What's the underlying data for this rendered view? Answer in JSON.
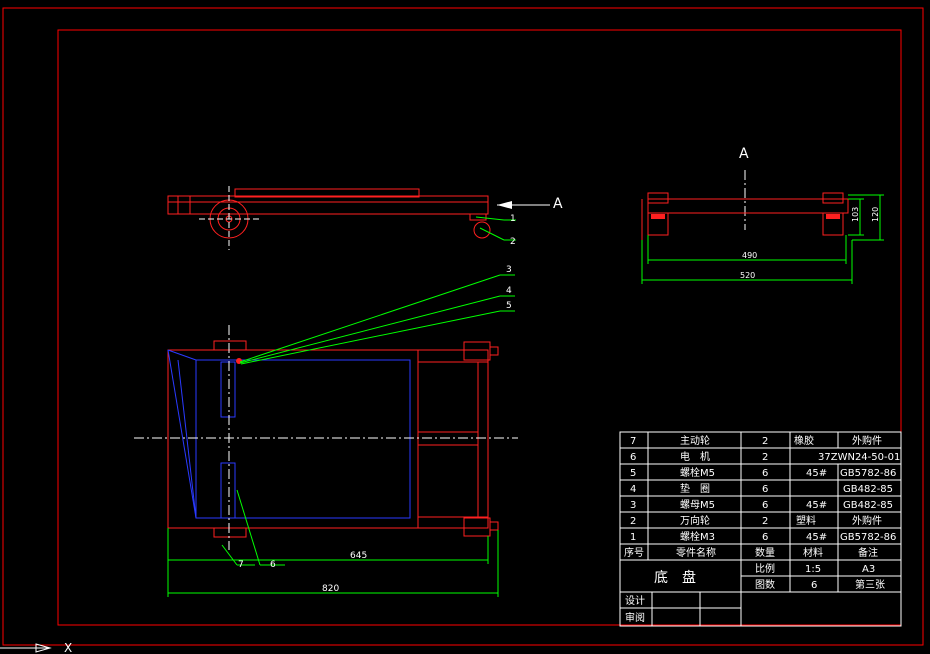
{
  "view_label": "A",
  "callouts": [
    "1",
    "2",
    "3",
    "4",
    "5",
    "6",
    "7"
  ],
  "dims": {
    "side_height": "103",
    "side_total_height": "120",
    "side_inner_width": "490",
    "side_total_width": "520",
    "plan_inner_width": "645",
    "plan_total_width": "820"
  },
  "bom": {
    "rows": [
      {
        "no": "7",
        "name": "主动轮",
        "qty": "2",
        "material": "橡胶",
        "note": "外购件"
      },
      {
        "no": "6",
        "name": "电　机",
        "qty": "2",
        "material": "",
        "note": "37ZWN24-50-01"
      },
      {
        "no": "5",
        "name": "螺栓M5",
        "qty": "6",
        "material": "45#",
        "note": "GB5782-86"
      },
      {
        "no": "4",
        "name": "垫　圈",
        "qty": "6",
        "material": "",
        "note": "GB482-85"
      },
      {
        "no": "3",
        "name": "螺母M5",
        "qty": "6",
        "material": "45#",
        "note": "GB482-85"
      },
      {
        "no": "2",
        "name": "万向轮",
        "qty": "2",
        "material": "塑料",
        "note": "外购件"
      },
      {
        "no": "1",
        "name": "螺栓M3",
        "qty": "6",
        "material": "45#",
        "note": "GB5782-86"
      }
    ],
    "header": {
      "no": "序号",
      "name": "零件名称",
      "qty": "数量",
      "material": "材料",
      "note": "备注"
    }
  },
  "title_block": {
    "title": "底　盘",
    "scale_label": "比例",
    "scale": "1:5",
    "sheet_size": "A3",
    "drawing_no_label": "图数",
    "drawing_no": "6",
    "sheet": "第三张",
    "designer_label": "设计",
    "reviewer_label": "审阅"
  },
  "ucs_label": "X",
  "colors": {
    "frame": "#ff0000",
    "part": "#ff2020",
    "hidden": "#2a3aff",
    "dim": "#00ff00",
    "text": "#ffffff"
  }
}
